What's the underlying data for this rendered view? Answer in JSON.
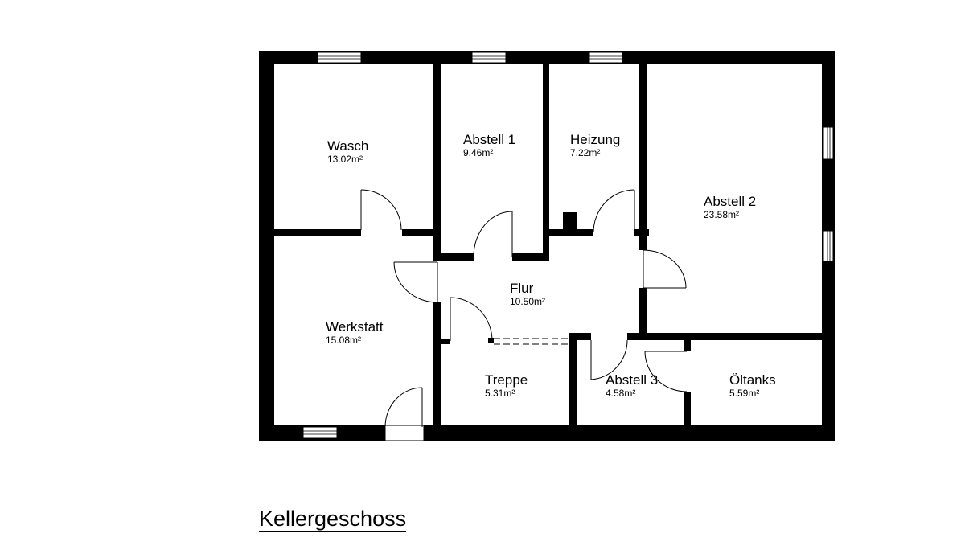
{
  "rooms": [
    {
      "id": "wasch",
      "name": "Wasch",
      "area": "13.02m²"
    },
    {
      "id": "abstell1",
      "name": "Abstell 1",
      "area": "9.46m²"
    },
    {
      "id": "heizung",
      "name": "Heizung",
      "area": "7.22m²"
    },
    {
      "id": "abstell2",
      "name": "Abstell 2",
      "area": "23.58m²"
    },
    {
      "id": "flur",
      "name": "Flur",
      "area": "10.50m²"
    },
    {
      "id": "werkstatt",
      "name": "Werkstatt",
      "area": "15.08m²"
    },
    {
      "id": "treppe",
      "name": "Treppe",
      "area": "5.31m²"
    },
    {
      "id": "abstell3",
      "name": "Abstell 3",
      "area": "4.58m²"
    },
    {
      "id": "oeltanks",
      "name": "Öltanks",
      "area": "5.59m²"
    }
  ],
  "floor_title": "Kellergeschoss",
  "colors": {
    "wall": "#000000",
    "background": "#ffffff"
  }
}
